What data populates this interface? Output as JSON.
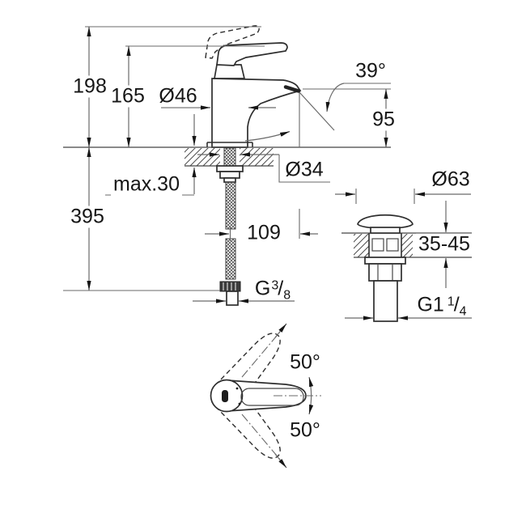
{
  "colors": {
    "background": "#ffffff",
    "thin_line": "#6a6a6a",
    "object_line": "#2e2e2e",
    "text": "#161616",
    "arrow": "#161616"
  },
  "labels": {
    "total_height": "198",
    "body_height": "165",
    "body_diameter": "Ø46",
    "spray_angle": "39°",
    "spout_height": "95",
    "max_thickness": "max.30",
    "hole_diameter": "Ø34",
    "hose_length": "395",
    "spout_projection": "109",
    "drain_cap_diameter": "Ø63",
    "deck_range": "35-45",
    "swivel_up": "50°",
    "swivel_down": "50°",
    "supply_thread": {
      "prefix": "G",
      "numerator": "3",
      "slash": "/",
      "denominator": "8"
    },
    "drain_thread": {
      "prefix": "G1",
      "numerator": "1",
      "slash": "/",
      "denominator": "4"
    }
  }
}
